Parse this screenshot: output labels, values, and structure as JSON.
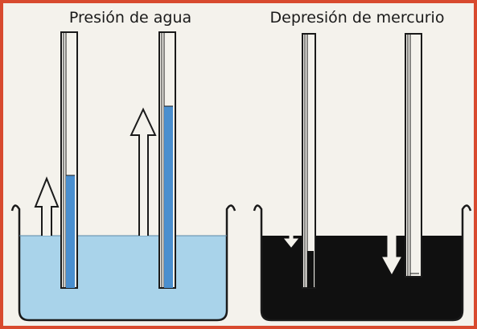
{
  "panels": [
    {
      "title": "Presión de agua",
      "liquid": "water",
      "liquid_color": "#a9d3ea",
      "column_color": "#4a8fcf"
    },
    {
      "title": "Depresión de mercurio",
      "liquid": "mercury",
      "liquid_color": "#101010"
    }
  ],
  "colors": {
    "frame": "#d84a2e",
    "paper": "#f4f2ec",
    "ink": "#1a1a1a"
  },
  "icons": [
    "up-arrow-icon",
    "down-arrow-icon"
  ]
}
